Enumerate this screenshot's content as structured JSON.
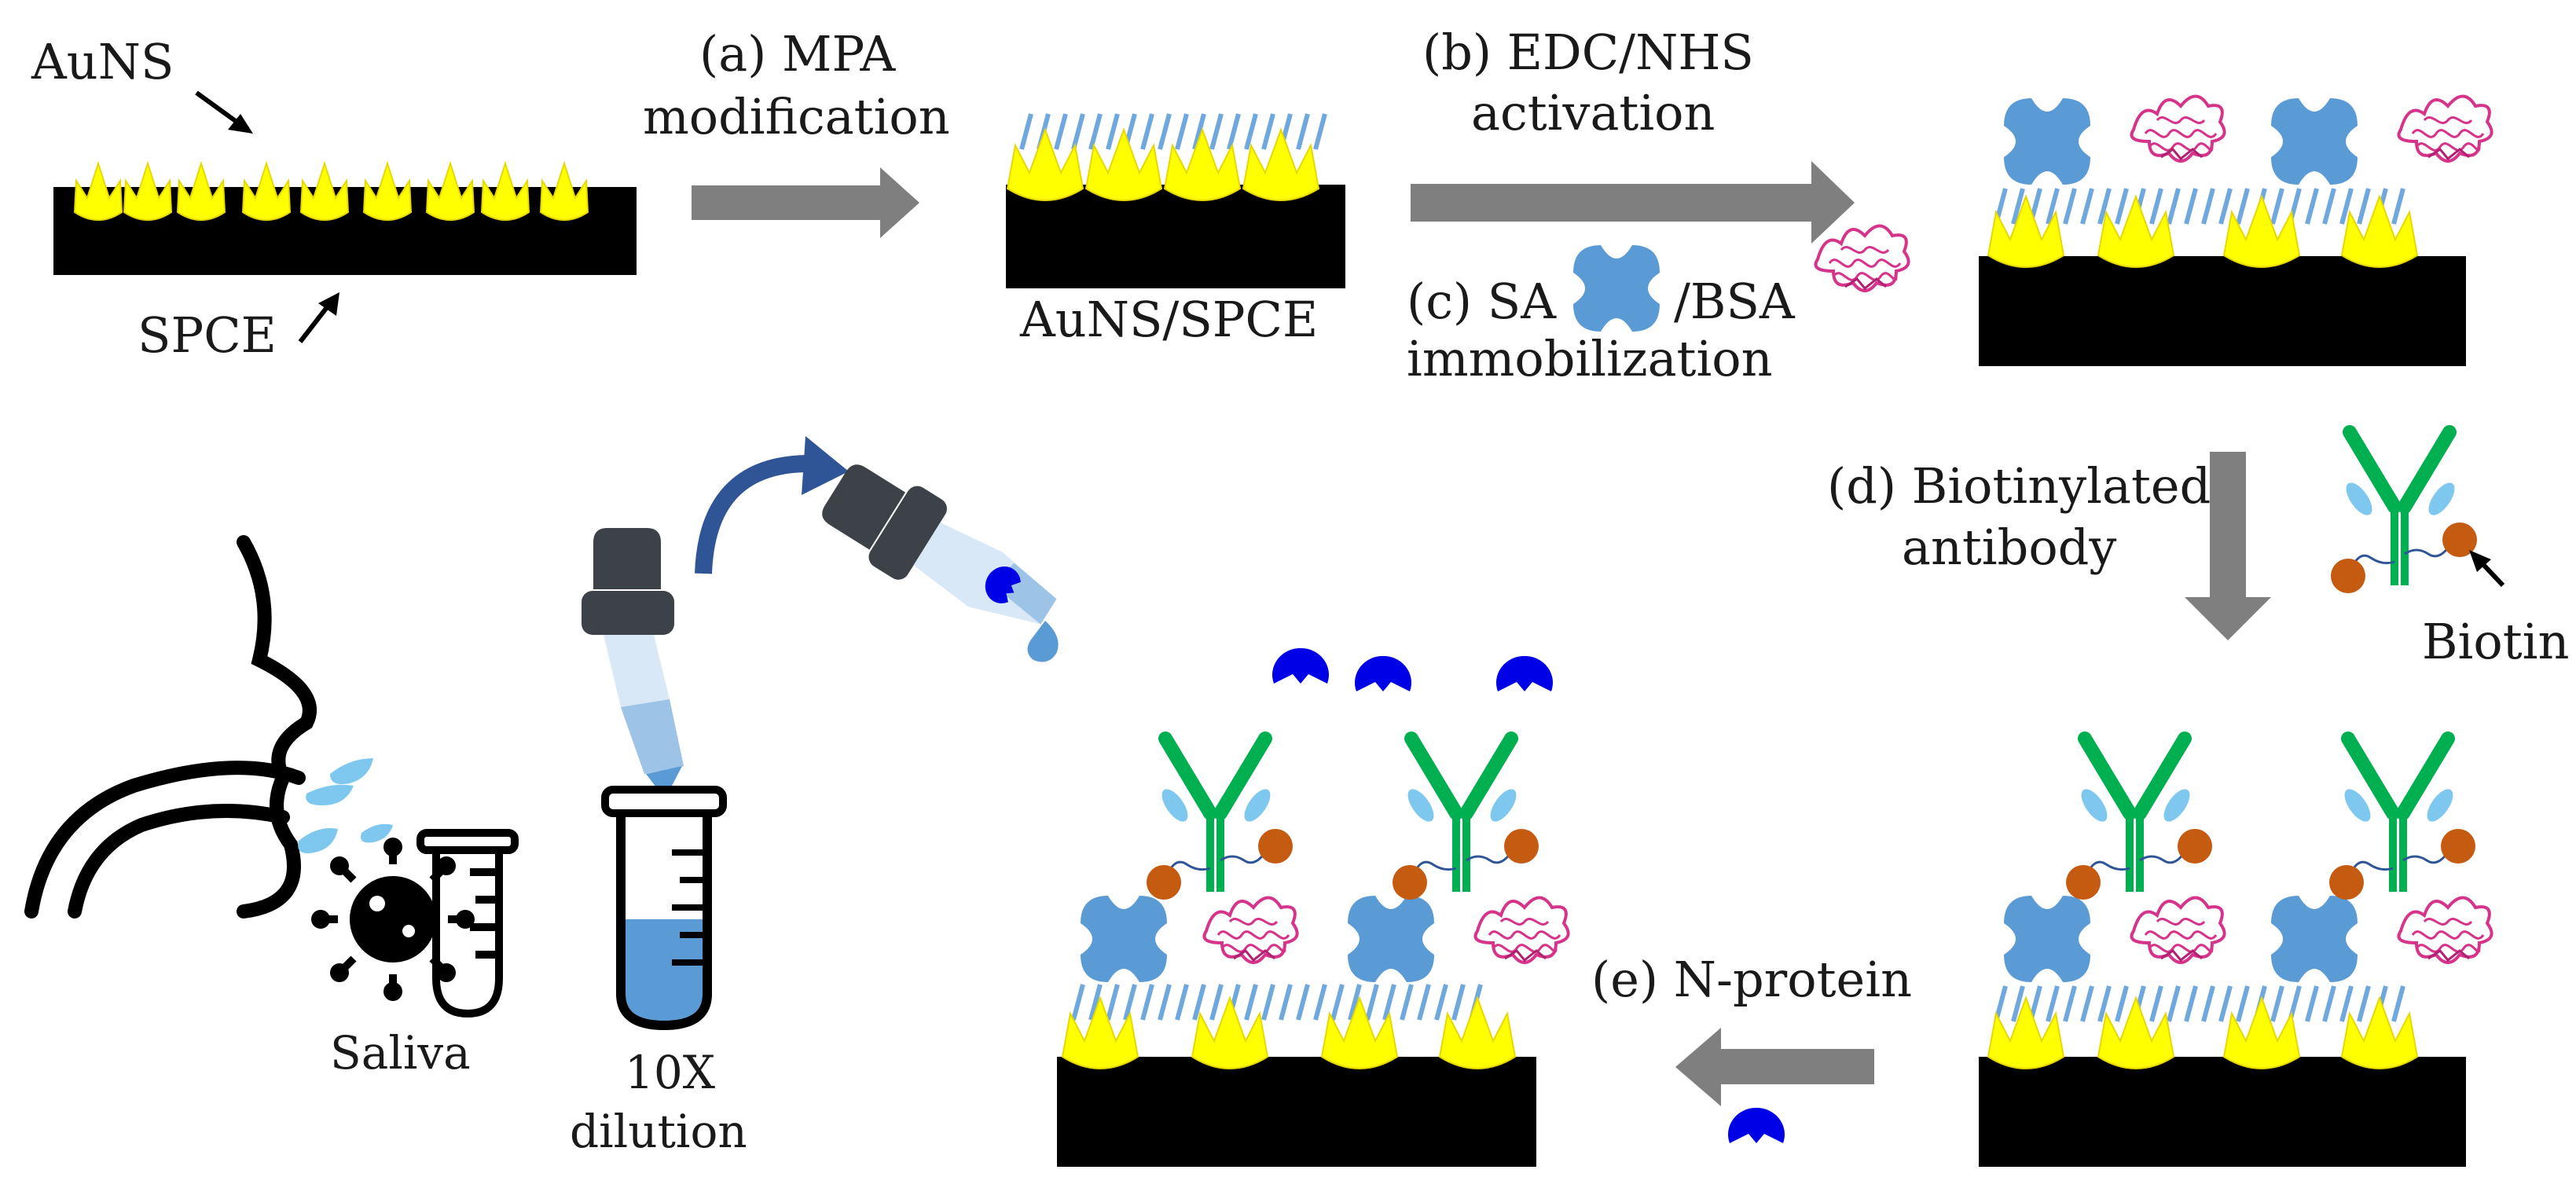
{
  "labels": {
    "auns": "AuNS",
    "spce": "SPCE",
    "step_a_line1": "(a) MPA",
    "step_a_line2": "modification",
    "auns_spce": "AuNS/SPCE",
    "step_b_line1": "(b) EDC/NHS",
    "step_b_line2": "activation",
    "step_c_sa": "(c) SA",
    "step_c_bsa": "/BSA",
    "step_c_line2": "immobilization",
    "step_d_line1": "(d) Biotinylated",
    "step_d_line2": "antibody",
    "biotin": "Biotin",
    "step_e": "(e) N-protein",
    "saliva": "Saliva",
    "dilution_line1": "10X",
    "dilution_line2": "dilution"
  },
  "colors": {
    "electrode": "#000000",
    "gold_nanostar": "#ffff00",
    "mpa_linker": "#6fa8dc",
    "streptavidin": "#5b9bd5",
    "bsa": "#d6338a",
    "antibody": "#00b050",
    "antibody_light_chain": "#7ec8f0",
    "biotin": "#c55a11",
    "n_protein": "#0000e6",
    "arrow": "#7f7f7f",
    "dropper_bulb": "#3d4248",
    "liquid": "#5b9bd5"
  },
  "icons": [
    "nose-profile-icon",
    "virus-icon",
    "test-tube-icon",
    "dropper-icon",
    "curved-arrow-icon"
  ]
}
